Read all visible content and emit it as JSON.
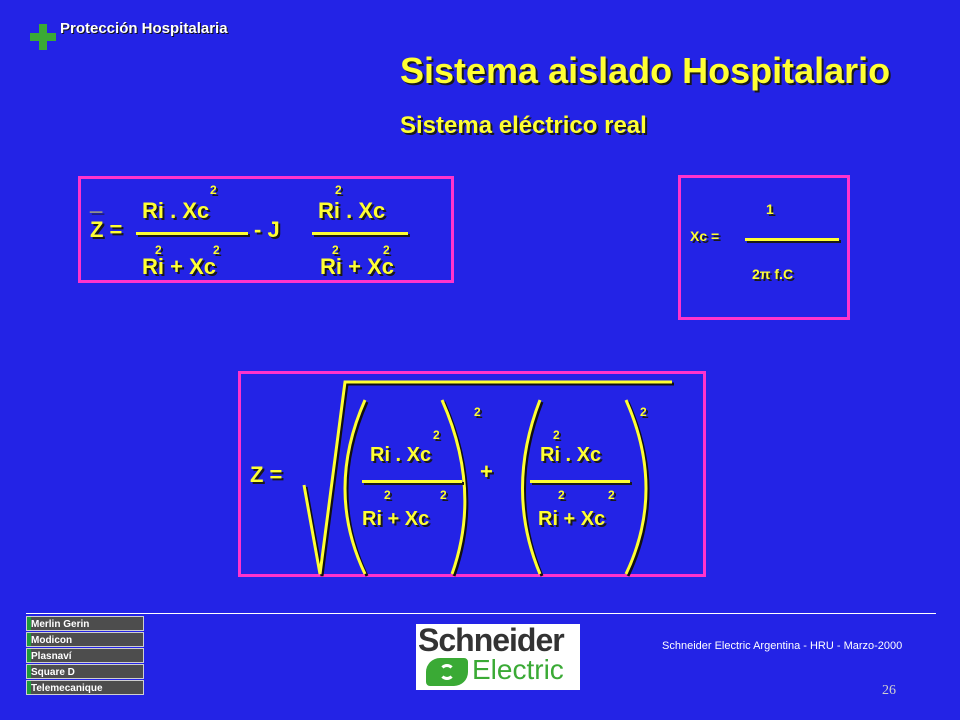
{
  "header": {
    "brand": "Protección Hospitalaria",
    "title": "Sistema aislado Hospitalario",
    "subtitle": "Sistema eléctrico real"
  },
  "formula_main": {
    "z_bar": "_",
    "z_eq": "Z =",
    "num1": "Ri . Xc",
    "num2": "Ri . Xc",
    "den1": "Ri + Xc",
    "den2": "Ri + Xc",
    "op": "-  J",
    "exp": "2"
  },
  "formula_xc": {
    "label": "Xc =",
    "num": "1",
    "den": "2π f.C"
  },
  "formula_abs": {
    "z_eq": "Z =",
    "num1": "Ri . Xc",
    "num2": "Ri . Xc",
    "den1": "Ri + Xc",
    "den2": "Ri + Xc",
    "plus": "+",
    "exp": "2"
  },
  "footer": {
    "brands": [
      "Merlin Gerin",
      "Modicon",
      "Plasnaví",
      "Square D",
      "Telemecanique"
    ],
    "logo_line1": "Schneider",
    "logo_line2": "Electric",
    "credit": "Schneider Electric Argentina - HRU - Marzo-2000",
    "page": "26"
  },
  "colors": {
    "background": "#2323e6",
    "text_yellow": "#ffff33",
    "frame_magenta": "#ff33cc",
    "logo_green": "#3aaa35"
  }
}
